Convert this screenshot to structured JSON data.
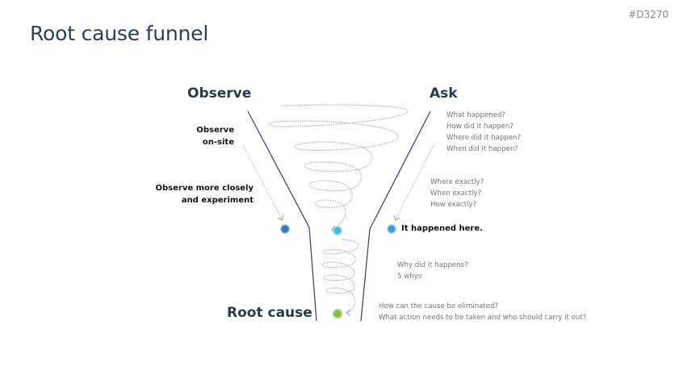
{
  "slide": {
    "title": "Root cause funnel",
    "code": "#D3270"
  },
  "headings": {
    "observe": "Observe",
    "ask": "Ask",
    "root_cause": "Root cause"
  },
  "left_labels": {
    "observe_onsite": [
      "Observe",
      "on-site"
    ],
    "observe_closely": [
      "Observe more closely",
      "and experiment"
    ]
  },
  "right_labels": {
    "questions_1": [
      "What happened?",
      "How did it happen?",
      "Where did it happen?",
      "When did it happen?"
    ],
    "questions_2": [
      "Where exactly?",
      "When exactly?",
      "How exactly?"
    ],
    "it_happened": "It happened here.",
    "questions_3": [
      "Why did it happens?",
      "5 whys"
    ],
    "questions_4": [
      "How can the cause be eliminated?",
      "What action needs to be taken and who should carry it out?"
    ]
  },
  "colors": {
    "funnel_line": "#3d4b63",
    "dot_observe": "#2f79b9",
    "dot_center": "#4ab8d4",
    "dot_ask": "#3a9be0",
    "dot_root": "#8bbb4a",
    "spiral": "#b0b0b0"
  }
}
